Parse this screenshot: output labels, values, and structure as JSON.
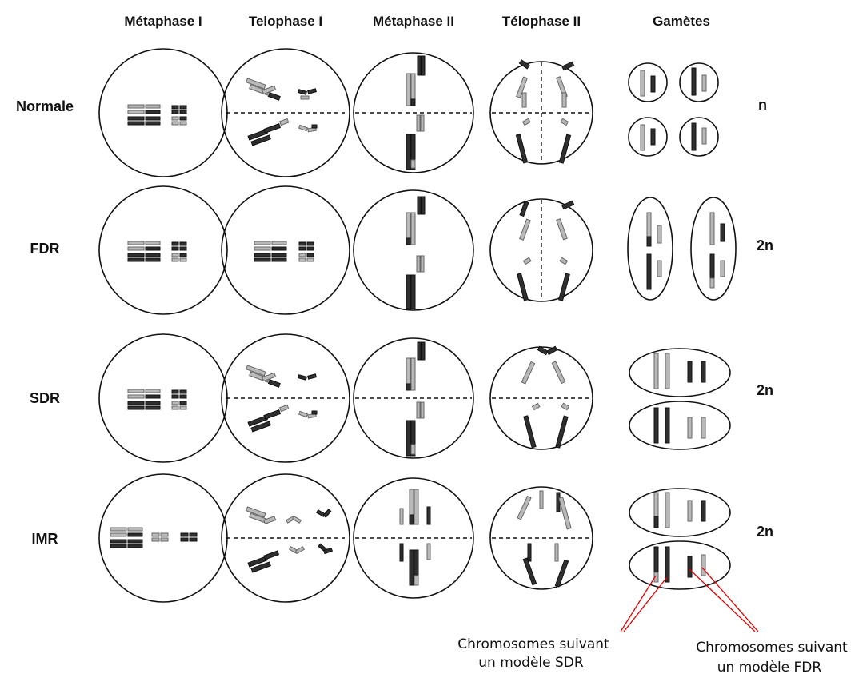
{
  "columns": [
    "Métaphase I",
    "Telophase I",
    "Métaphase II",
    "Télophase II",
    "Gamètes"
  ],
  "rows": [
    {
      "label": "Normale",
      "ploidy": "n"
    },
    {
      "label": "FDR",
      "ploidy": "2n"
    },
    {
      "label": "SDR",
      "ploidy": "2n"
    },
    {
      "label": "IMR",
      "ploidy": "2n"
    }
  ],
  "annotations": {
    "sdr_line1": "Chromosomes suivant",
    "sdr_line2": "un modèle  SDR",
    "fdr_line1": "Chromosomes suivant",
    "fdr_line2": "un modèle  FDR"
  },
  "colors": {
    "dark_chromosome": "#2f2f2f",
    "light_chromosome": "#b9b9b9",
    "annotation_line": "#e00000"
  }
}
